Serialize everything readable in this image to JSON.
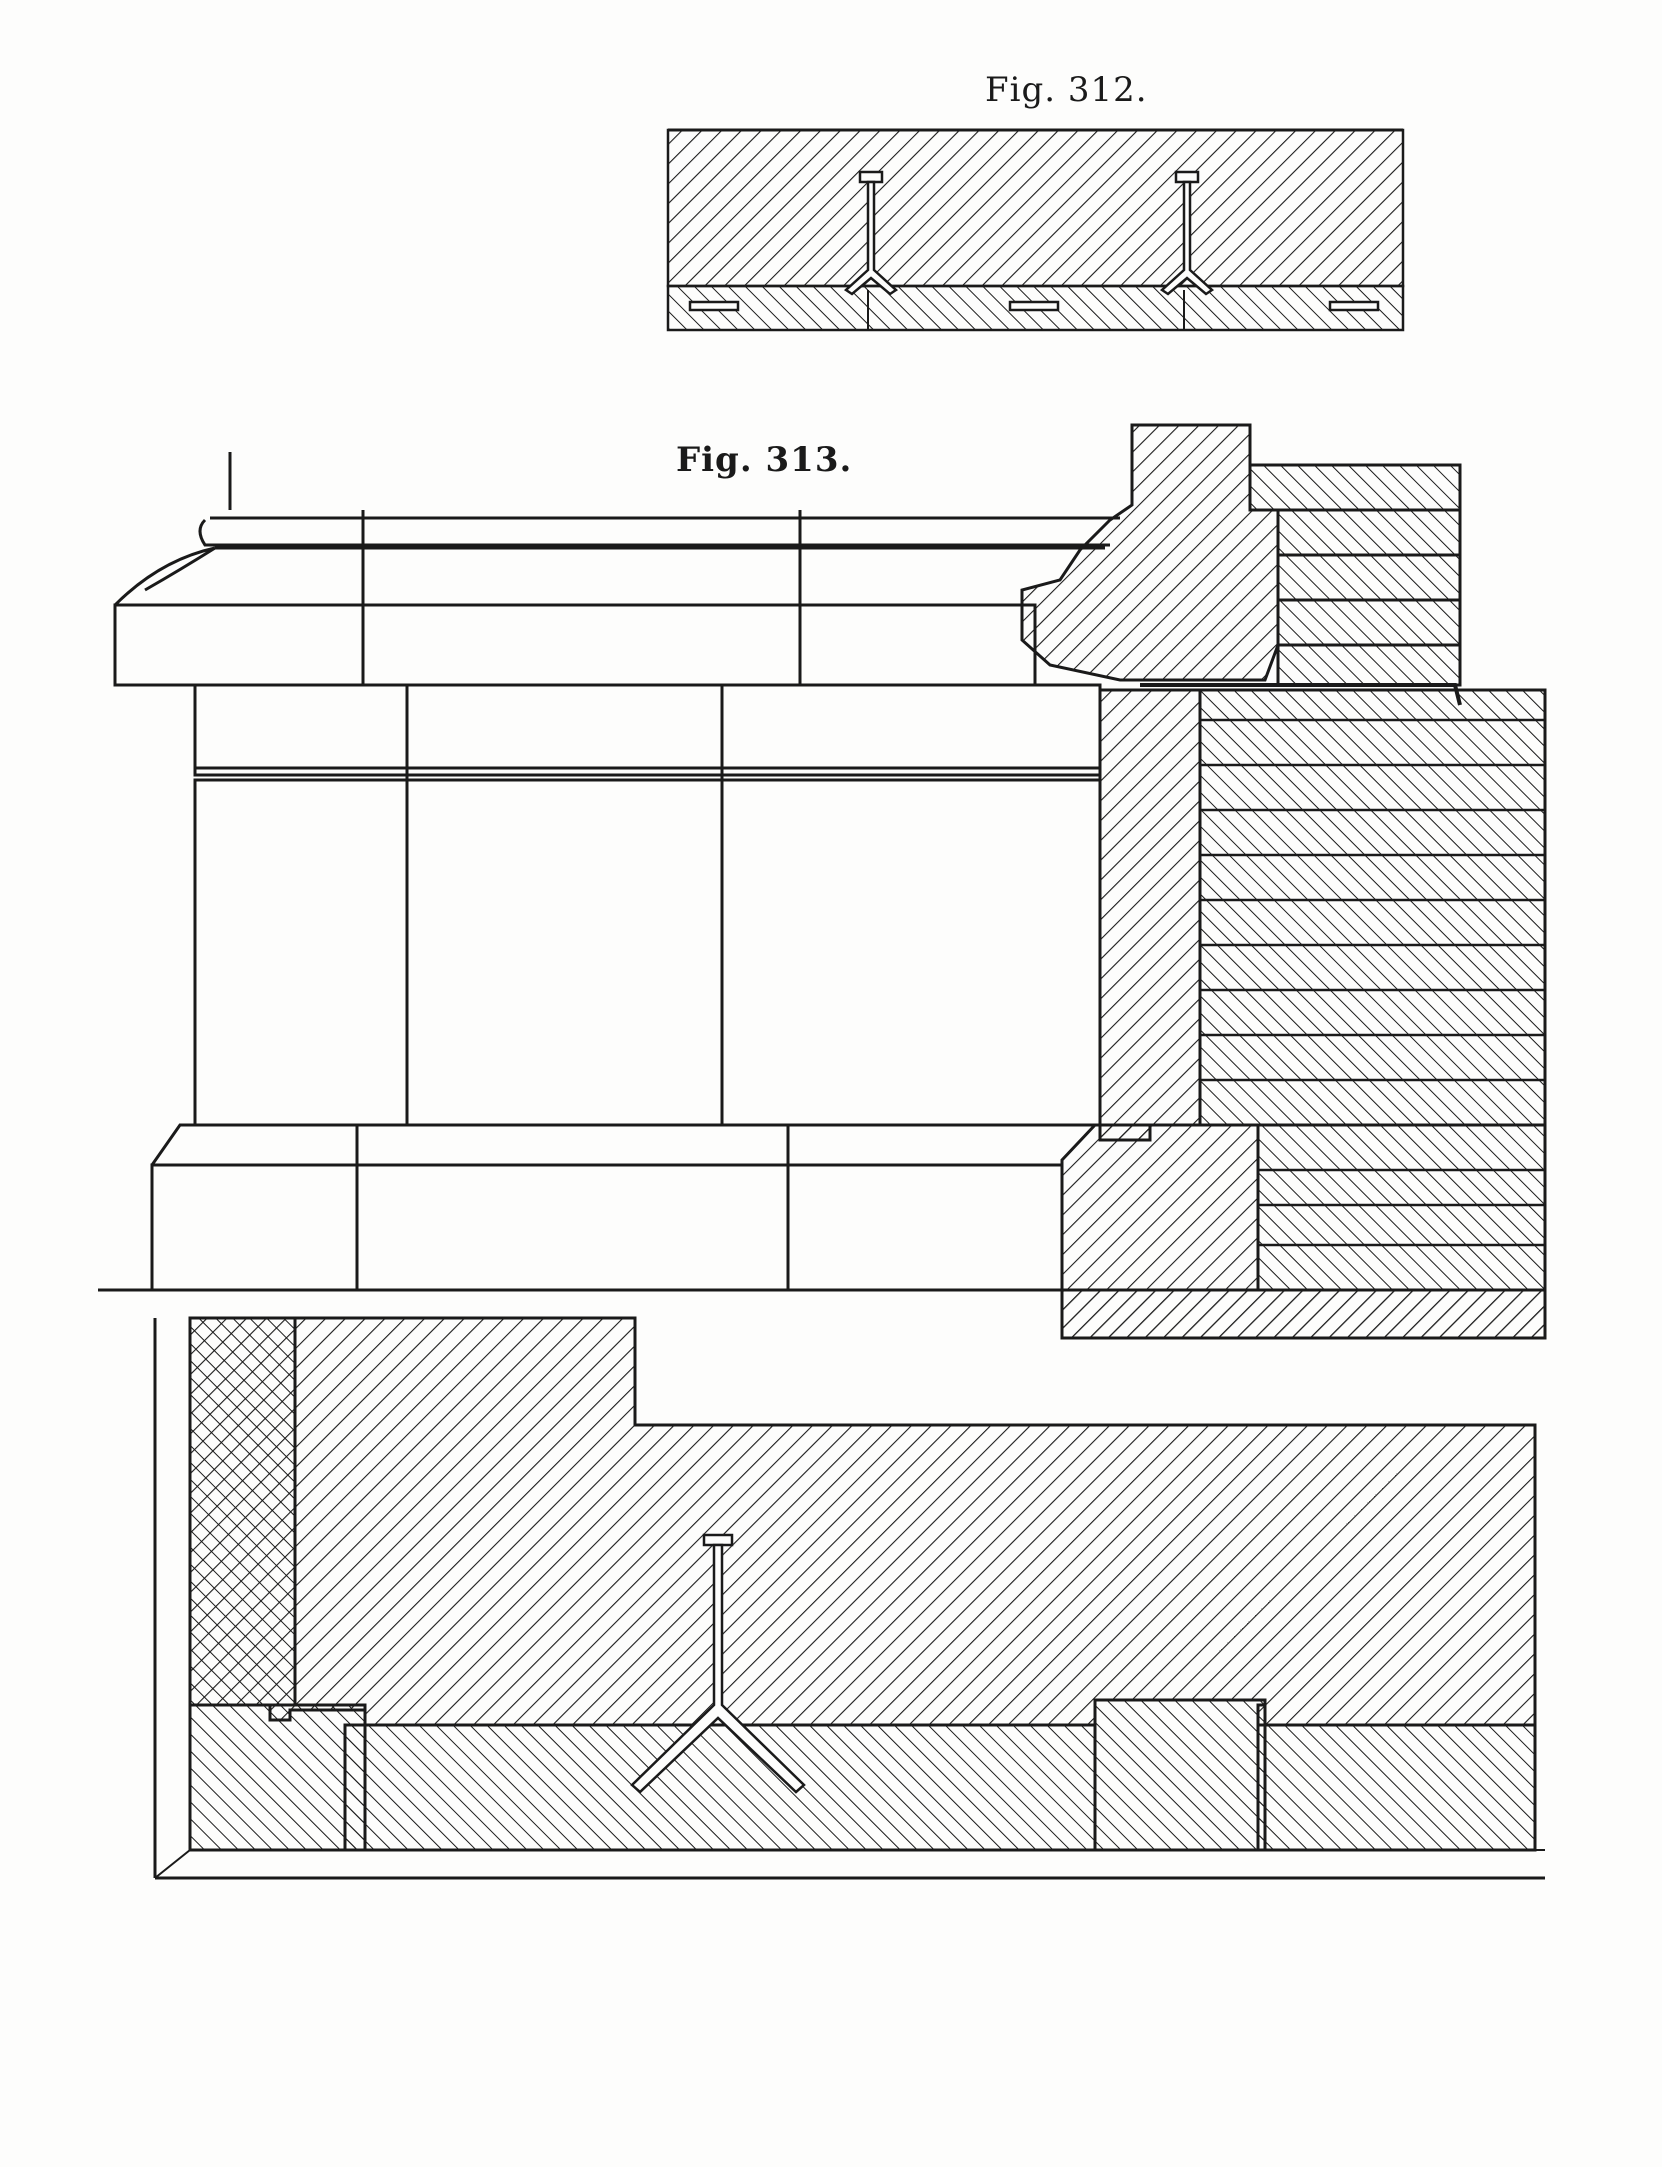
{
  "figures": [
    {
      "id": "fig312",
      "label": "Fig. 312."
    },
    {
      "id": "fig313",
      "label": "Fig. 313."
    }
  ],
  "colors": {
    "ink": "#1a1a1a",
    "paper": "#fdfdfc"
  }
}
